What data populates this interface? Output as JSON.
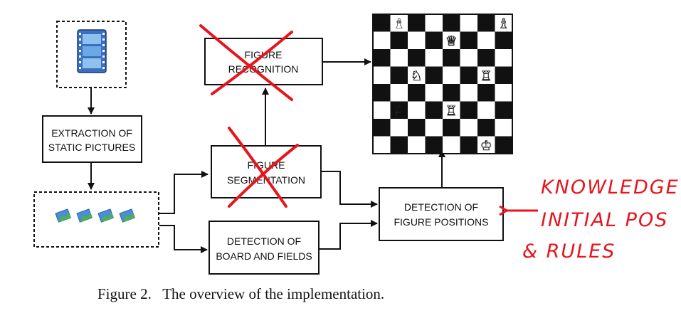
{
  "boxes": {
    "extraction": {
      "line1": "EXTRACTION OF",
      "line2": "STATIC PICTURES"
    },
    "recognition": {
      "line1": "FIGURE",
      "line2": "RECOGNITION"
    },
    "segmentation": {
      "line1": "FIGURE",
      "line2": "SEGMENTATION"
    },
    "board": {
      "line1": "DETECTION OF",
      "line2": "BOARD AND FIELDS"
    },
    "positions": {
      "line1": "DETECTION OF",
      "line2": "FIGURE POSITIONS"
    }
  },
  "icons": {
    "film": "film-strip-icon",
    "thumbnails": "image-thumbnail-icon"
  },
  "board": {
    "pieces": [
      {
        "glyph": "♝",
        "row": 0,
        "col": 1
      },
      {
        "glyph": "♗",
        "row": 0,
        "col": 7
      },
      {
        "glyph": "♕",
        "row": 1,
        "col": 4
      },
      {
        "glyph": "♘",
        "row": 3,
        "col": 2
      },
      {
        "glyph": "♖",
        "row": 3,
        "col": 6
      },
      {
        "glyph": "♕",
        "row": 5,
        "col": 1
      },
      {
        "glyph": "♖",
        "row": 5,
        "col": 4
      },
      {
        "glyph": "♔",
        "row": 7,
        "col": 6
      }
    ]
  },
  "annotation": {
    "line1": "KNOWLEDGE",
    "line2": "INITIAL POS",
    "line3": "& RULES"
  },
  "caption": "Figure 2.   The overview of the implementation.",
  "colors": {
    "crossout": "#e8141c",
    "annotation": "#e8141c",
    "ink": "#111111"
  }
}
